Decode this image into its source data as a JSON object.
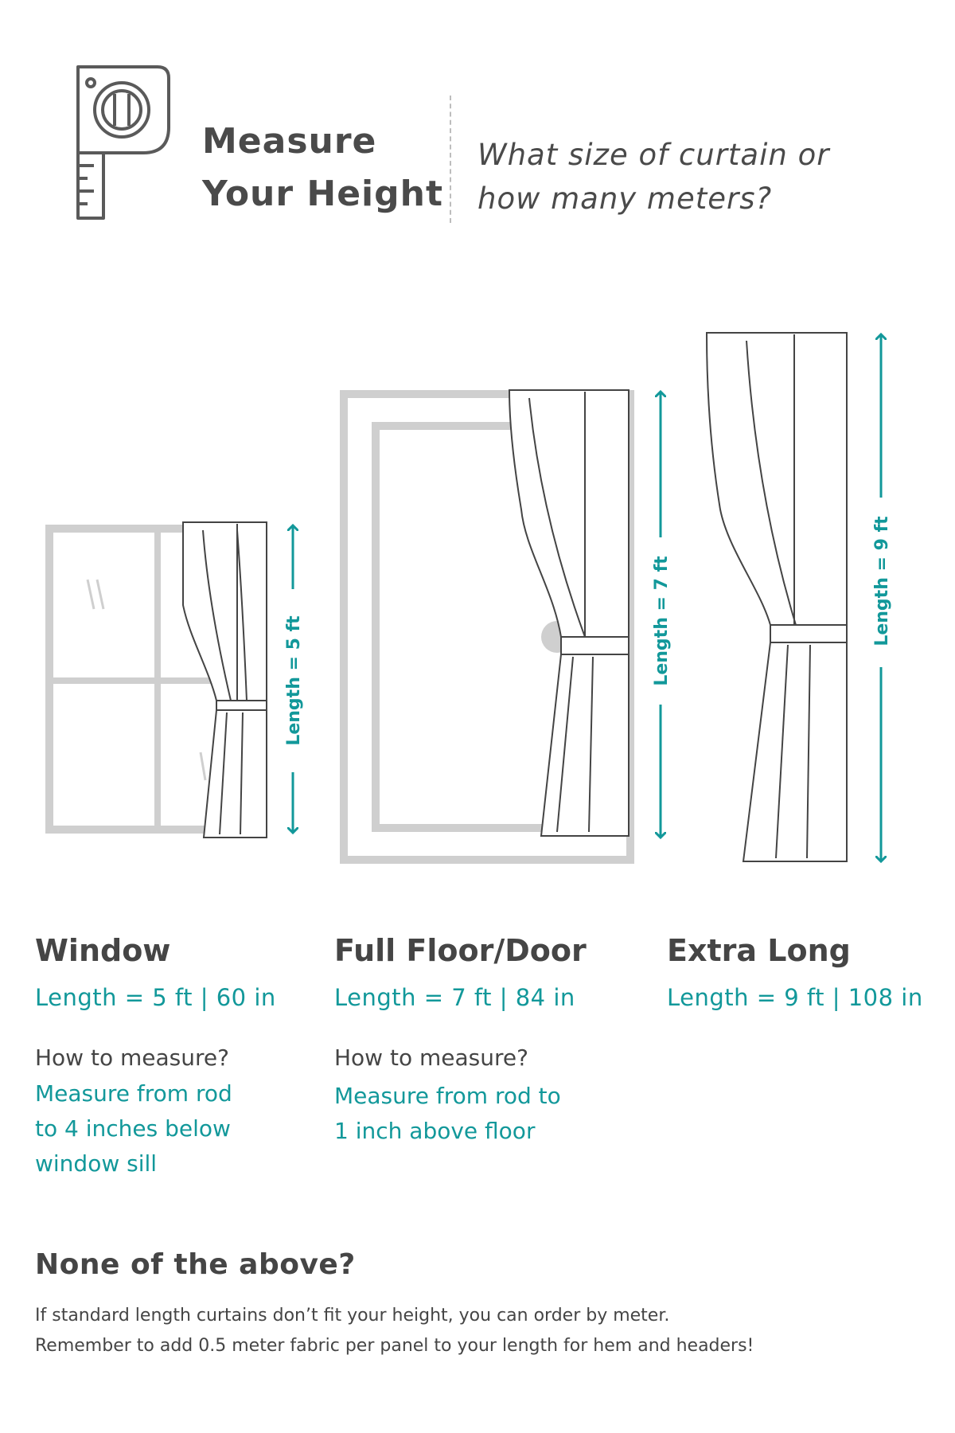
{
  "header": {
    "icon": "tape-measure-icon",
    "title_line1": "Measure",
    "title_line2": "Your Height",
    "question_line1": "What size of curtain or",
    "question_line2": "how many meters?"
  },
  "colors": {
    "accent": "#12989a",
    "text": "#454545",
    "frame": "#cfcfcf",
    "curtain_line": "#444444"
  },
  "options": [
    {
      "title": "Window",
      "length": "Length = 5 ft | 60 in",
      "diagram_label": "Length = 5 ft",
      "how_label": "How to measure?",
      "how_desc_lines": [
        "Measure from rod",
        "to 4 inches below",
        "window sill"
      ]
    },
    {
      "title": "Full Floor/Door",
      "length": "Length = 7 ft | 84 in",
      "diagram_label": "Length = 7 ft",
      "how_label": "How to measure?",
      "how_desc_lines": [
        "Measure from rod to",
        "1 inch above floor"
      ]
    },
    {
      "title": "Extra Long",
      "length": "Length = 9 ft | 108 in",
      "diagram_label": "Length = 9 ft"
    }
  ],
  "footer": {
    "title": "None of the above?",
    "line1": "If standard length curtains don’t fit your height, you can order by meter.",
    "line2": "Remember to add 0.5 meter fabric per panel to your length for hem and headers!"
  }
}
